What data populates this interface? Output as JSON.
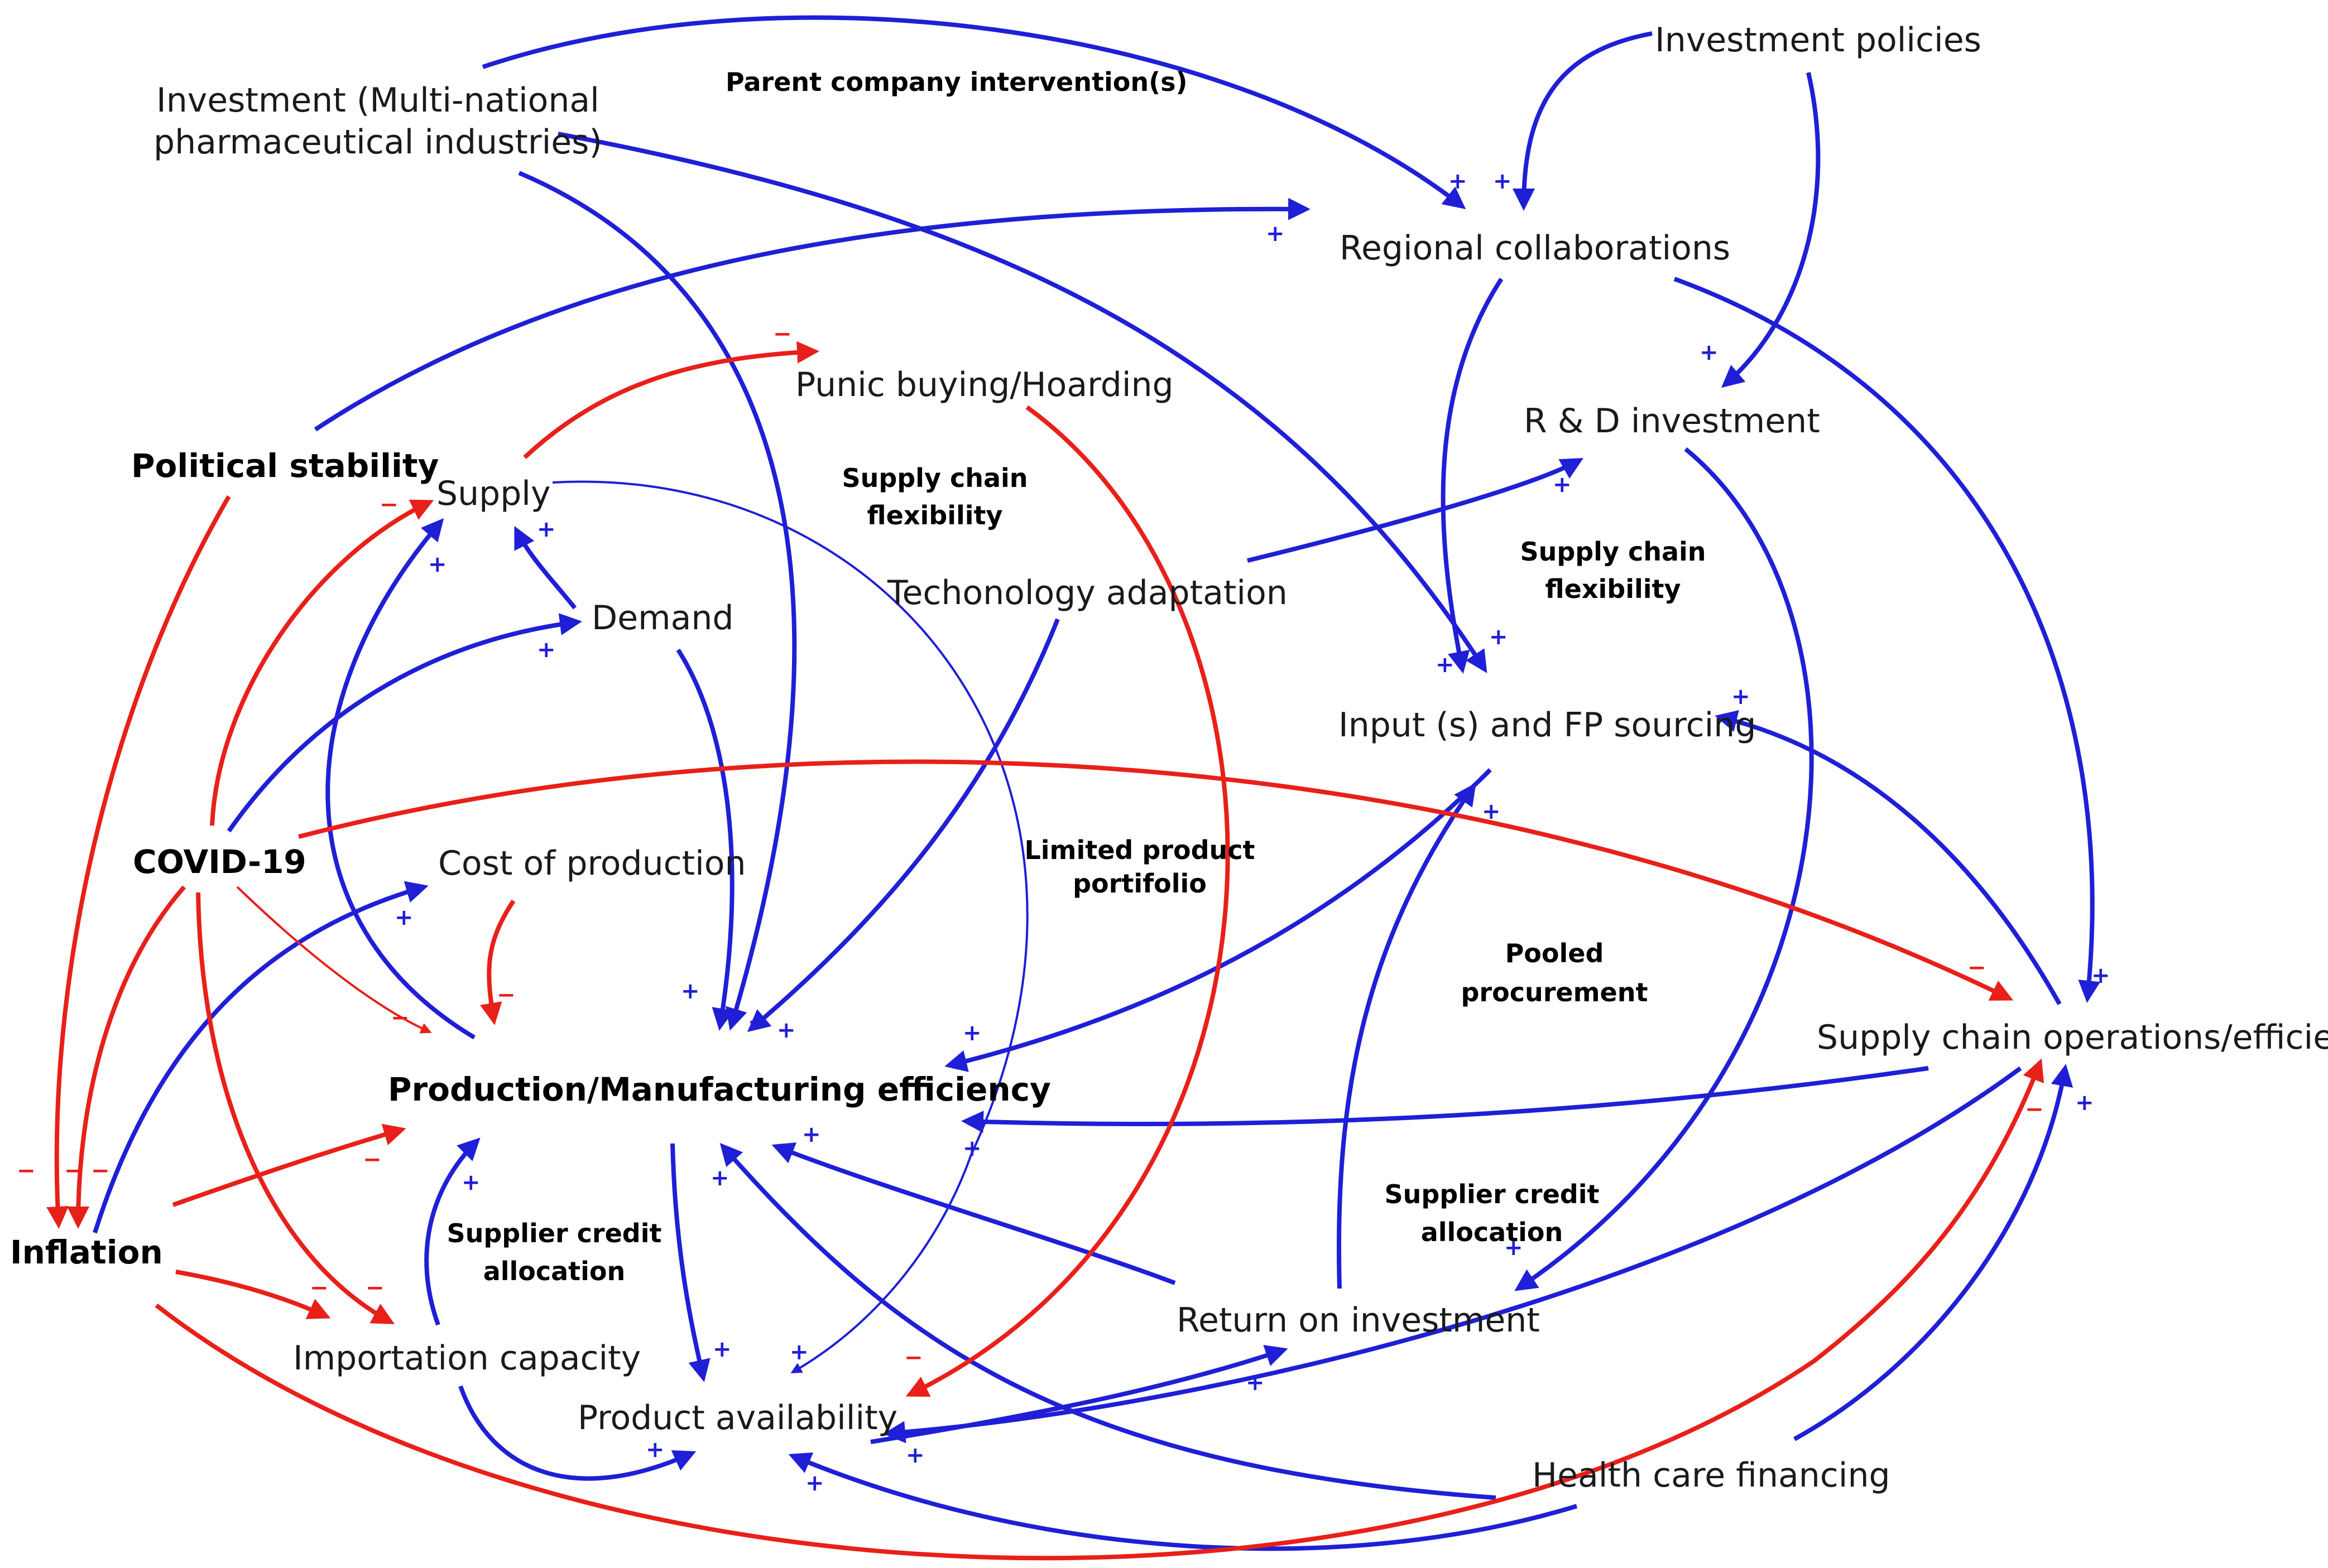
{
  "colors": {
    "positive_link": "#1f1fd6",
    "negative_link": "#e8201a",
    "text": "#1a1a1a"
  },
  "nodes": {
    "investment_line1": "Investment (Multi-national",
    "investment_line2": "pharmaceutical industries)",
    "investment_policies": "Investment policies",
    "regional_collaborations": "Regional collaborations",
    "punic_buying": "Punic buying/Hoarding",
    "rd_investment": "R & D investment",
    "political_stability": "Political stability",
    "supply": "Supply",
    "demand": "Demand",
    "technology_adaptation": "Techonology adaptation",
    "input_sourcing": "Input (s) and FP sourcing",
    "covid": "COVID-19",
    "cost_of_production": "Cost of production",
    "production_efficiency": "Production/Manufacturing efficiency",
    "supply_chain_ops": "Supply chain operations/efficiency",
    "inflation": "Inflation",
    "importation_capacity": "Importation capacity",
    "return_on_investment": "Return on investment",
    "product_availability": "Product availability",
    "health_care_financing": "Health care financing"
  },
  "annotations": {
    "parent_company": "Parent company intervention(s)",
    "scf1_line1": "Supply chain",
    "scf1_line2": "flexibility",
    "scf2_line1": "Supply chain",
    "scf2_line2": "flexibility",
    "limited_line1": "Limited product",
    "limited_line2": "portifolio",
    "pooled_line1": "Pooled",
    "pooled_line2": "procurement",
    "sca1_line1": "Supplier credit",
    "sca1_line2": "allocation",
    "sca2_line1": "Supplier credit",
    "sca2_line2": "allocation"
  },
  "polarity": {
    "plus": "+",
    "minus": "−"
  }
}
